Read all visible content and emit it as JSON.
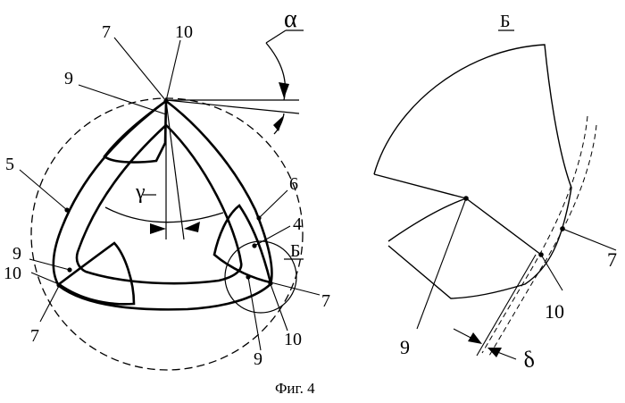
{
  "figure": {
    "caption": "Фиг. 4"
  },
  "left_view": {
    "labels": {
      "alpha": "α",
      "gamma": "γ",
      "n4": "4",
      "n5": "5",
      "n6": "6",
      "n7_top": "7",
      "n7_right": "7",
      "n7_left": "7",
      "n9_top": "9",
      "n9_left": "9",
      "n9_bottom": "9",
      "n10_top": "10",
      "n10_left": "10",
      "n10_bottom": "10",
      "detail_marker": "Б"
    }
  },
  "detail_view": {
    "labels": {
      "title": "Б",
      "n7": "7",
      "n9": "9",
      "n10": "10",
      "delta": "δ"
    }
  }
}
